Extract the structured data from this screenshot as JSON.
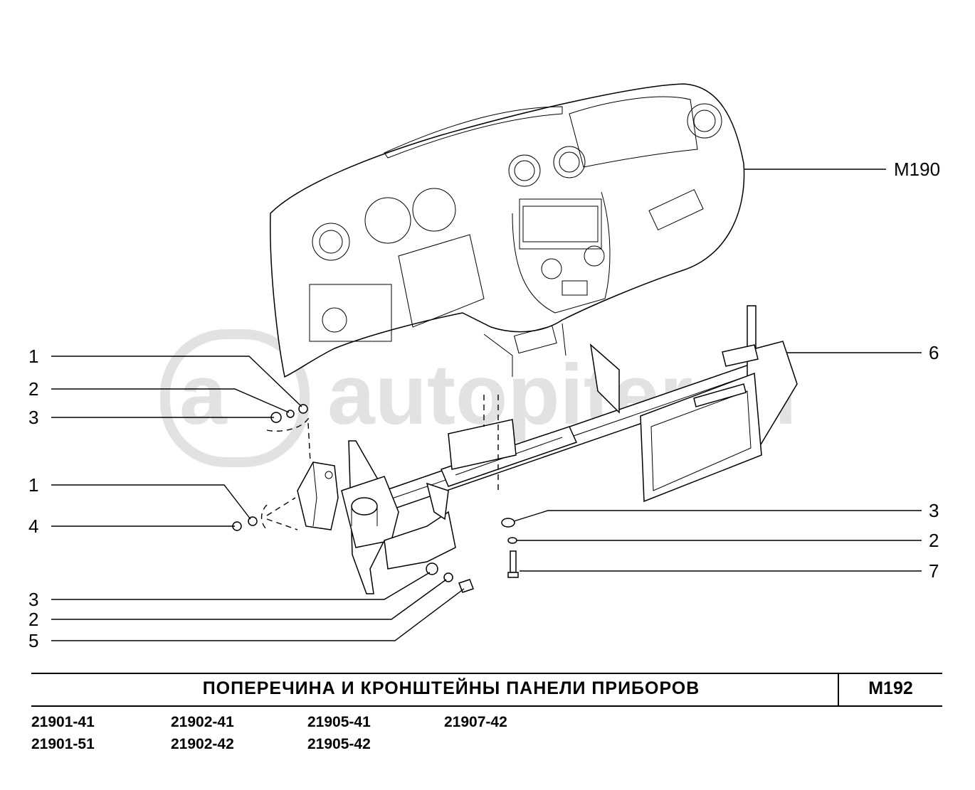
{
  "watermark": {
    "text": "autopiter.ru",
    "logo_glyph": "a"
  },
  "diagram": {
    "ref_label": "М190",
    "callouts_left": [
      "1",
      "2",
      "3",
      "1",
      "4",
      "3",
      "2",
      "5"
    ],
    "callouts_right": [
      "6",
      "3",
      "2",
      "7"
    ]
  },
  "title": {
    "text": "ПОПЕРЕЧИНА   И   КРОНШТЕЙНЫ   ПАНЕЛИ   ПРИБОРОВ",
    "code": "М192"
  },
  "models": [
    [
      "21901-41",
      "21901-51"
    ],
    [
      "21902-41",
      "21902-42"
    ],
    [
      "21905-41",
      "21905-42"
    ],
    [
      "21907-42"
    ]
  ]
}
